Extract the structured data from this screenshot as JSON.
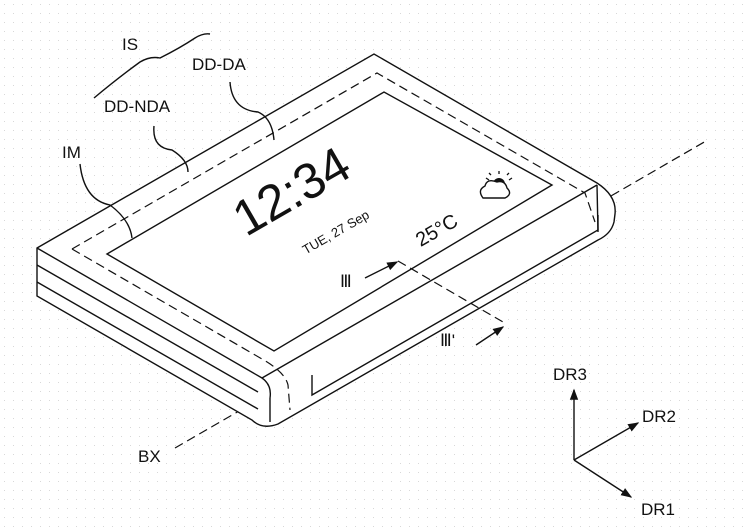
{
  "figure": {
    "labels": {
      "input_sensor": "IS",
      "display_area": "DD-DA",
      "non_display_area": "DD-NDA",
      "image": "IM",
      "bending_axis": "BX",
      "section_start": "Ⅲ",
      "section_end": "Ⅲ'"
    },
    "screen": {
      "time": "12:34",
      "date": "TUE, 27 Sep",
      "temperature": "25°C",
      "weather_icon": "partly-cloudy-icon"
    },
    "axes": {
      "dr1": "DR1",
      "dr2": "DR2",
      "dr3": "DR3"
    }
  }
}
